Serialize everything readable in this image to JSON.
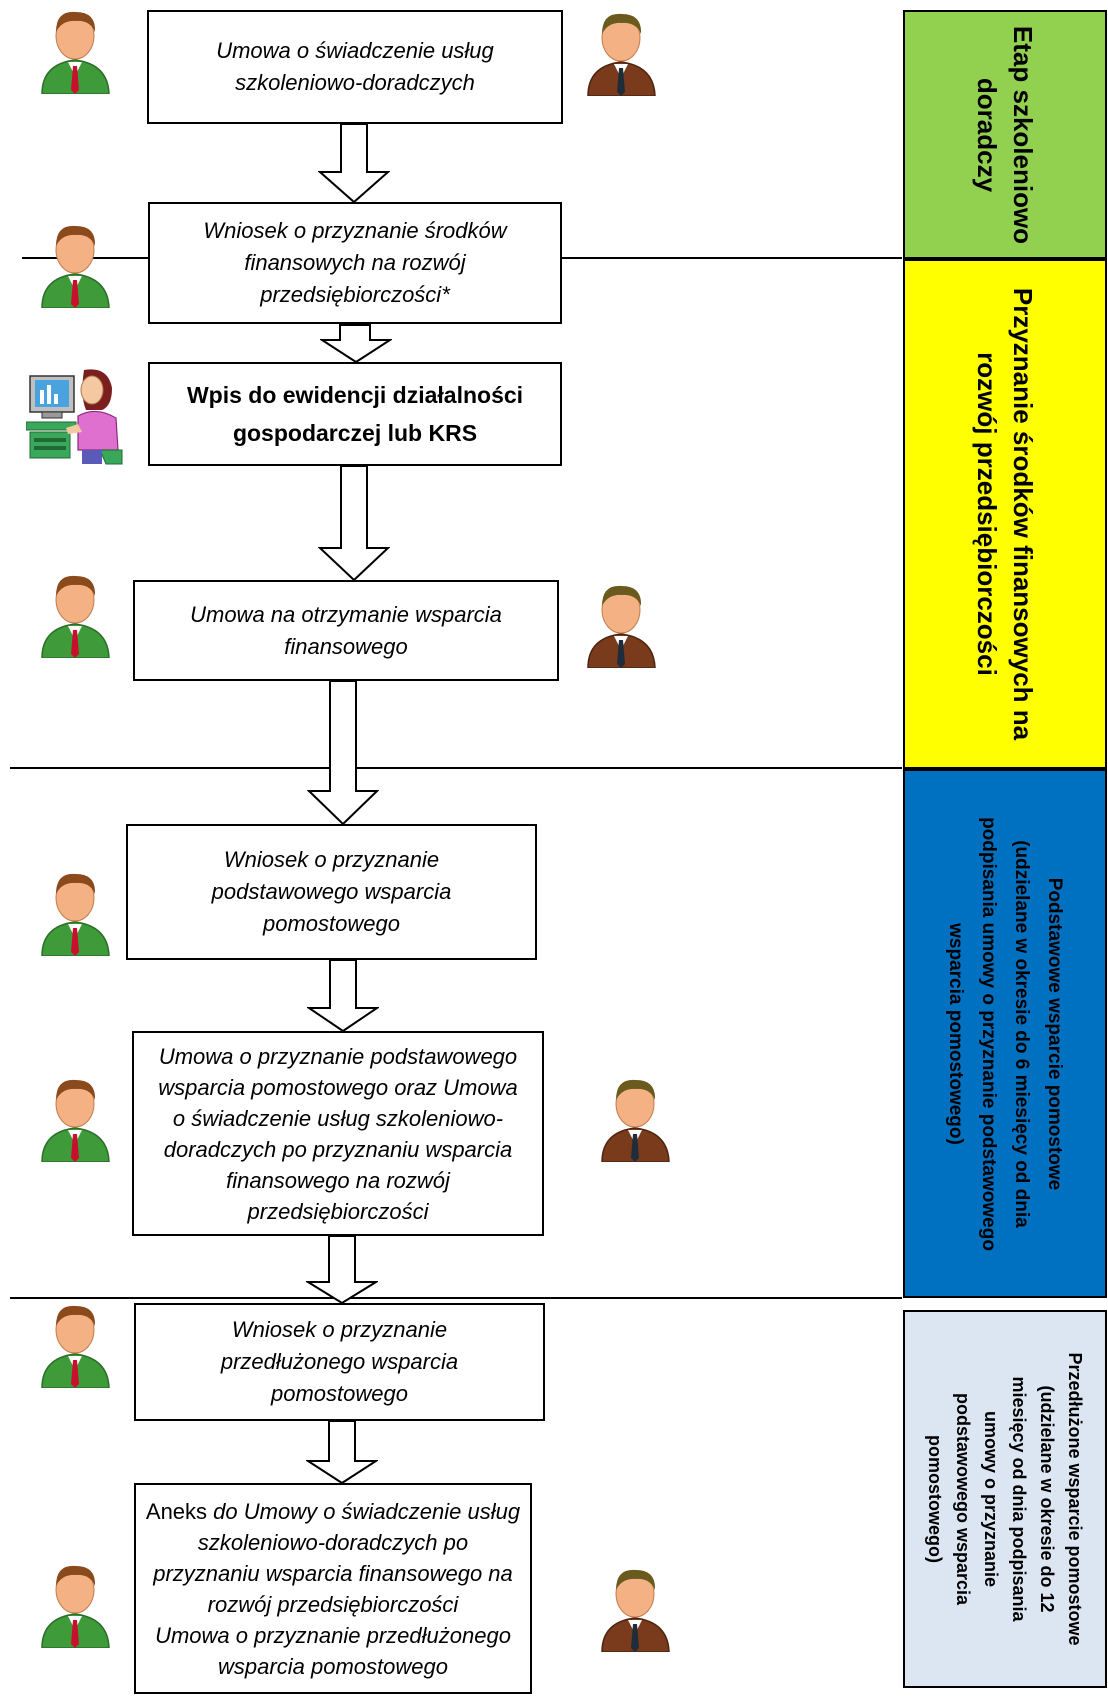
{
  "boxes": {
    "umowa_szkolenie": [
      "Umowa o świadczenie usług",
      "szkoleniowo-doradczych"
    ],
    "wniosek_srodki": [
      "Wniosek o przyznanie środków",
      "finansowych na rozwój",
      "przedsiębiorczości*"
    ],
    "wpis": [
      "Wpis do ewidencji działalności",
      "gospodarczej lub KRS"
    ],
    "umowa_wsparcie": [
      "Umowa na otrzymanie wsparcia",
      "finansowego"
    ],
    "wniosek_podstawowe": [
      "Wniosek o przyznanie",
      "podstawowego wsparcia",
      "pomostowego"
    ],
    "umowa_podstawowe": [
      "Umowa o przyznanie podstawowego",
      "wsparcia pomostowego oraz Umowa",
      "o świadczenie usług szkoleniowo-",
      "doradczych po przyznaniu wsparcia",
      "finansowego na rozwój",
      "przedsiębiorczości"
    ],
    "wniosek_przedluzone": [
      "Wniosek o przyznanie",
      "przedłużonego wsparcia",
      "pomostowego"
    ],
    "aneks_prefix": "Aneks",
    "aneks": [
      " do Umowy o świadczenie usług",
      "szkoleniowo-doradczych po",
      "przyznaniu wsparcia finansowego na",
      "rozwój przedsiębiorczości",
      "Umowa o przyznanie przedłużonego",
      "wsparcia pomostowego"
    ]
  },
  "bands": {
    "etap": [
      "Etap szkoleniowo",
      "doradczy"
    ],
    "przyznanie": [
      "Przyznanie środków finansowych na",
      "rozwój przedsiębiorczości"
    ],
    "podstawowe": [
      "Podstawowe wsparcie pomostowe",
      "(udzielane w okresie do 6 miesięcy  od dnia",
      "podpisania umowy o przyznanie podstawowego",
      "wsparcia pomostowego)"
    ],
    "przedluzone": [
      "Przedłużone wsparcie pomostowe",
      "(udzielane w okresie do 12",
      "miesięcy od dnia podpisania",
      "umowy o przyznanie",
      "podstawowego wsparcia",
      "pomostowego)"
    ]
  },
  "colors": {
    "etap": "#92d050",
    "przyznanie": "#ffff00",
    "podstawowe": "#0070c0",
    "przedluzone": "#dce6f2",
    "person_green": "#3f9b3a",
    "person_brown": "#7a3a1c"
  },
  "icons": {
    "applicant": "person-green-icon",
    "official": "person-brown-icon",
    "registry": "woman-at-computer-icon"
  }
}
